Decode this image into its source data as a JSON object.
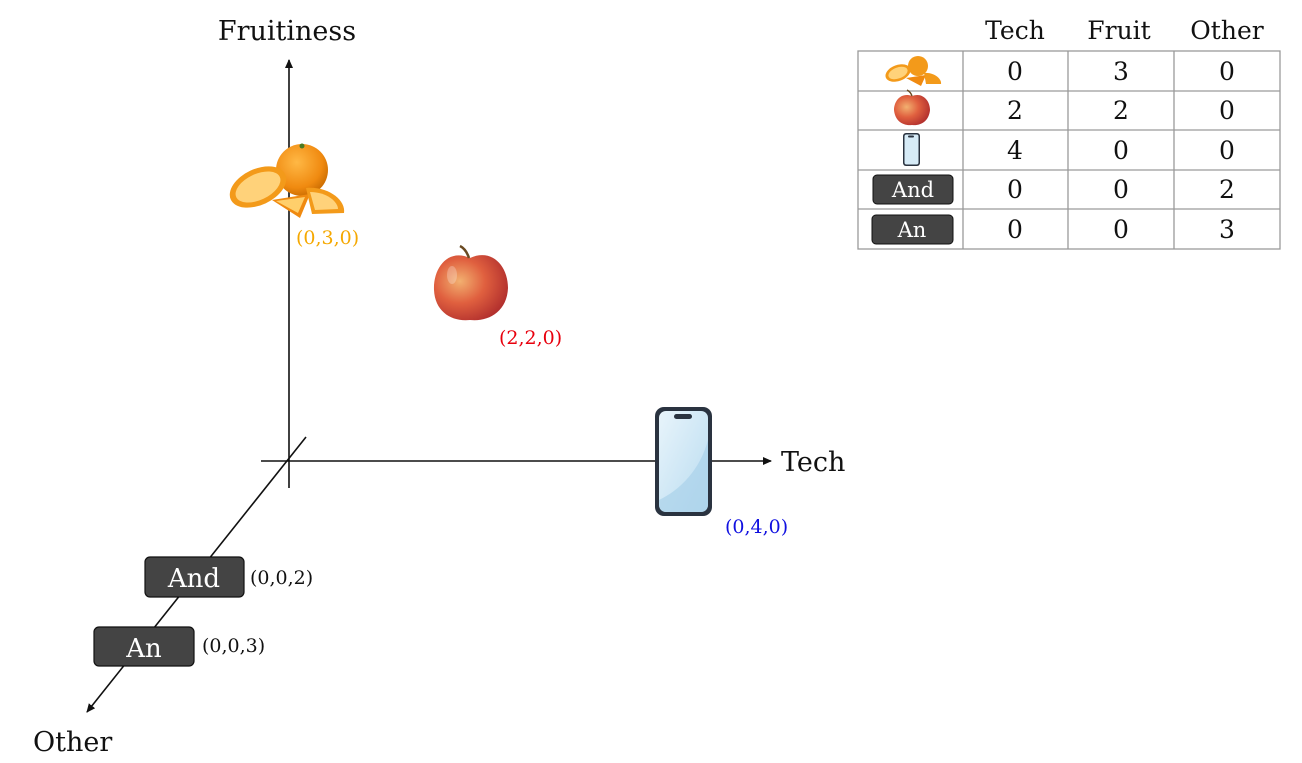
{
  "axes": {
    "vertical_label": "Fruitiness",
    "horizontal_label": "Tech",
    "diagonal_label": "Other"
  },
  "items": [
    {
      "id": "orange",
      "icon": "orange-slices-icon",
      "coord": "(0,3,0)",
      "coord_color": "#f5a800"
    },
    {
      "id": "apple",
      "icon": "apple-icon",
      "coord": "(2,2,0)",
      "coord_color": "#e8000d"
    },
    {
      "id": "phone",
      "icon": "smartphone-icon",
      "coord": "(0,4,0)",
      "coord_color": "#1010e0"
    },
    {
      "id": "and",
      "token": "And",
      "coord": "(0,0,2)",
      "coord_color": "#111111"
    },
    {
      "id": "an",
      "token": "An",
      "coord": "(0,0,3)",
      "coord_color": "#111111"
    }
  ],
  "table": {
    "headers": [
      "Tech",
      "Fruit",
      "Other"
    ],
    "rows": [
      {
        "icon": "orange-slices-icon",
        "values": [
          "0",
          "3",
          "0"
        ]
      },
      {
        "icon": "apple-icon",
        "values": [
          "2",
          "2",
          "0"
        ]
      },
      {
        "icon": "smartphone-icon",
        "values": [
          "4",
          "0",
          "0"
        ]
      },
      {
        "token": "And",
        "values": [
          "0",
          "0",
          "2"
        ]
      },
      {
        "token": "An",
        "values": [
          "0",
          "0",
          "3"
        ]
      }
    ]
  },
  "colors": {
    "token_bg": "#444444",
    "orange": "#f39a1a",
    "apple": "#d84a3a",
    "phone_screen": "#d6ebf7",
    "phone_frame": "#2a3340"
  }
}
